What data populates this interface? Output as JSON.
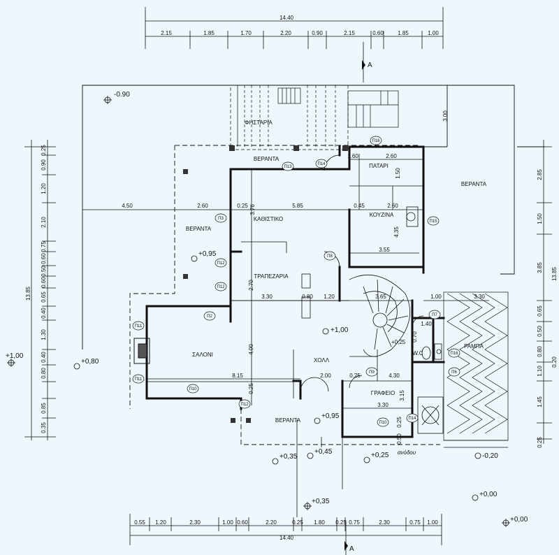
{
  "top_dimensions": {
    "total": "14.40",
    "segments": [
      "2.15",
      "1.85",
      "1.70",
      "2.20",
      "0.90",
      "2.15",
      "0.60",
      "1.85",
      "1.00"
    ]
  },
  "bottom_dimensions": {
    "total": "14.40",
    "segments": [
      "0.55",
      "1.20",
      "2.30",
      "1.00",
      "0.60",
      "2.20",
      "0.25",
      "1.80",
      "0.25",
      "0.75",
      "2.30",
      "0.75",
      "1.00"
    ]
  },
  "left_dimensions": {
    "total": "13.85",
    "segments": [
      "0.25",
      "0.90",
      "1.20",
      "2.10",
      "0.75",
      "0.60",
      "0.50",
      "0.60",
      "0.65",
      "0.40",
      "1.30",
      "0.40",
      "0.80",
      "0.85",
      "0.35"
    ]
  },
  "right_dimensions": {
    "total": "13.85",
    "segments": [
      "2.85",
      "1.50",
      "3.85",
      "0.65",
      "0.50",
      "0.80",
      "1.10",
      "1.45",
      "0.25"
    ],
    "extra": "0.20"
  },
  "section_marks": {
    "top": "A",
    "bottom": "A"
  },
  "levels": {
    "l_m090": "-0.90",
    "l_p100_left": "+1,00",
    "l_p080": "+0,80",
    "l_p095_ver": "+0,95",
    "l_p100_hall": "+1,00",
    "l_p095_front": "+0,95",
    "l_p035_a": "+0,35",
    "l_p045": "+0,45",
    "l_p025": "+0,25",
    "l_p035_b": "+0,35",
    "l_m020": "-0,20",
    "l_p000_a": "+0,00",
    "l_p000_b": "+0,00",
    "l_p025_stair": "+0,25"
  },
  "rooms": {
    "fistaria": "ΦΗΣΤΑΡΙΑ",
    "veranta_top": "ΒΕΡΑΝΤΑ",
    "patari": "ΠΑΤΑΡΙ",
    "veranta_right": "ΒΕΡΑΝΤΑ",
    "veranta_left": "ΒΕΡΑΝΤΑ",
    "kathistiko": "ΚΑΘΙΣΤΙΚΟ",
    "kouzina": "ΚΟΥΖΙΝΑ",
    "trapezaria": "ΤΡΑΠΕΖΑΡΙΑ",
    "saloni": "ΣΑΛΟΝΙ",
    "xoll": "ΧΟΛΛ",
    "rampa": "ΡΑΜΠΑ",
    "wc": "W.C",
    "grafeio": "ΓΡΑΦΕΙΟ",
    "veranta_front": "ΒΕΡΑΝΤΑ",
    "anodos": "ανόδου"
  },
  "interior_dimensions": {
    "d_450": "4.50",
    "d_260a": "2.60",
    "d_025a": "0.25",
    "d_585": "5.85",
    "d_045": "0.45",
    "d_260b": "2.60",
    "d_160": "1.60",
    "d_260c": "2.60",
    "d_300": "3.00",
    "d_150": "1.50",
    "d_376": "3.76",
    "d_435": "4.35",
    "d_355": "3.55",
    "d_270": "2.70",
    "d_330a": "3.30",
    "d_080": "0.80",
    "d_120": "1.20",
    "d_365": "3.65",
    "d_100": "1.00",
    "d_330b": "3.30",
    "d_070": "0.70",
    "d_140": "1.40",
    "d_400": "4.00",
    "d_815": "8.15",
    "d_200": "2.00",
    "d_025b": "0.25",
    "d_430": "4.30",
    "d_025c": "0.25",
    "d_315": "3.15",
    "d_330c": "3.30",
    "d_025d": "0.25",
    "d_050": "0.50"
  },
  "tags": {
    "p16": "Π16",
    "p13": "Π13",
    "p14": "Π14",
    "p15": "Π15",
    "p13b": "Π3",
    "p8": "Π8",
    "p12a": "Π12",
    "p12b": "Π12",
    "p2": "Π2",
    "p11a": "Π11",
    "p11b": "Π11",
    "p10": "Π10",
    "p12c": "Π12",
    "p7": "Π7",
    "p6": "Π6",
    "p9": "Π9",
    "p16b": "Π16",
    "p10b": "Π10",
    "p14b": "Π14"
  }
}
